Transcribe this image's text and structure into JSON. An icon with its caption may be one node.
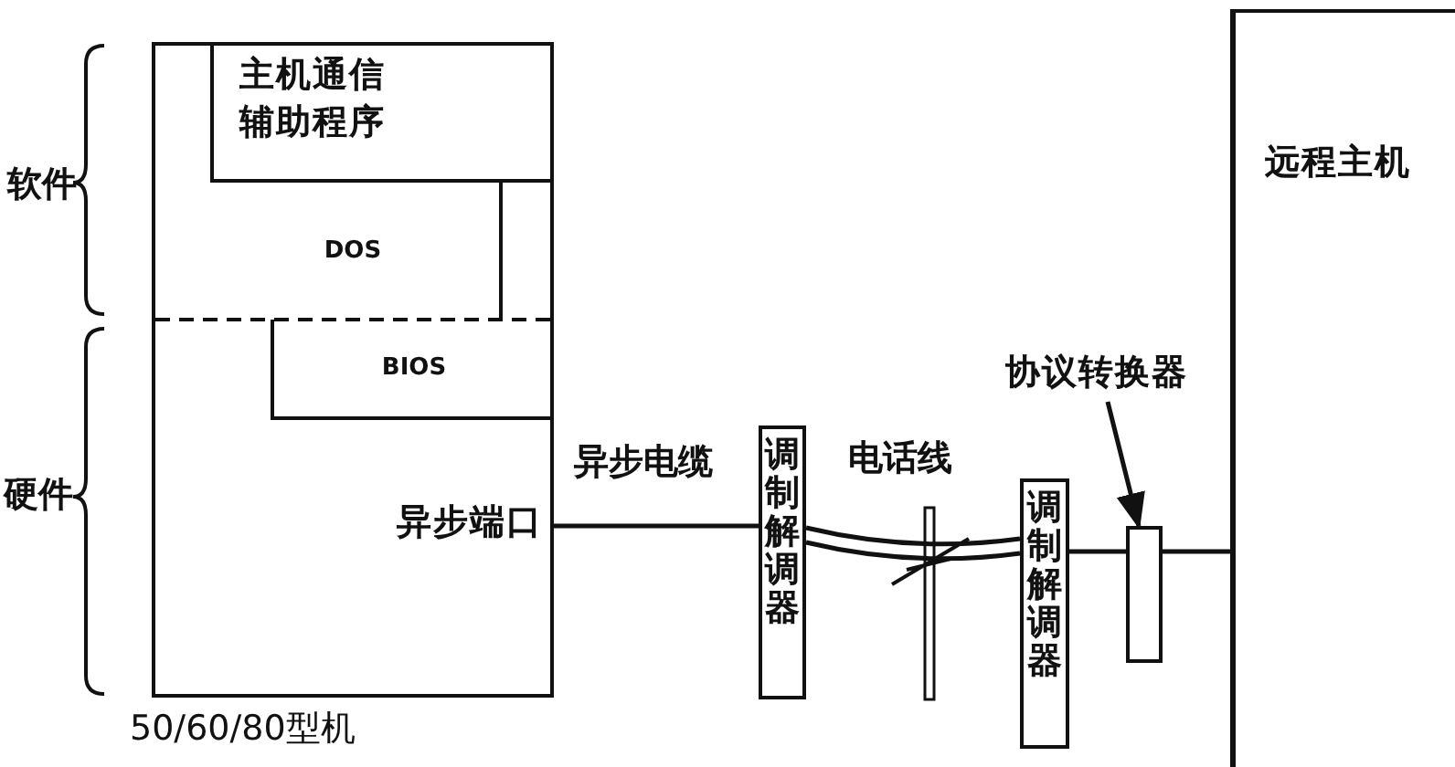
{
  "diagram": {
    "nodes": [
      {
        "text": [
          "50/60/80型机"
        ]
      },
      {
        "text": [
          "主机通信辅助程序"
        ],
        "in": 0
      },
      {
        "text": [
          "DOS"
        ],
        "in": 0
      },
      {
        "text": [
          "BIOS"
        ],
        "in": 0
      },
      {
        "text": [
          "异步端口"
        ],
        "in": 0
      },
      {
        "text": [
          "调制解调器"
        ]
      },
      {
        "text": [
          "调制解调器"
        ]
      },
      {
        "text": [],
        "shape": "box"
      },
      {
        "text": [
          "远程主机"
        ]
      },
      {
        "text": [
          "协议转换器"
        ]
      }
    ],
    "edges": [
      {
        "from": 4,
        "to": 5,
        "arrow": "none",
        "label": "异步电缆"
      },
      {
        "from": 5,
        "to": 6,
        "arrow": "none",
        "label": "电话线"
      },
      {
        "from": 6,
        "to": 7,
        "arrow": "none"
      },
      {
        "from": 7,
        "to": 8,
        "arrow": "none"
      },
      {
        "from": 9,
        "to": 7,
        "arrow": "to"
      }
    ],
    "labels": [
      "软件",
      "硬件"
    ]
  }
}
